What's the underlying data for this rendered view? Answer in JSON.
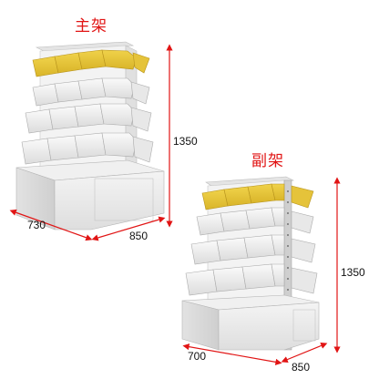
{
  "main_unit": {
    "title": "主架",
    "height_label": "1350",
    "width_label": "730",
    "depth_label": "850"
  },
  "sub_unit": {
    "title": "副架",
    "height_label": "1350",
    "width_label": "700",
    "depth_label": "850"
  },
  "colors": {
    "dimension_red": "#e11414",
    "bin_yellow": "#e8c93a",
    "bin_white": "#f2f2f2",
    "cabinet_grey": "#e6e6e6"
  }
}
